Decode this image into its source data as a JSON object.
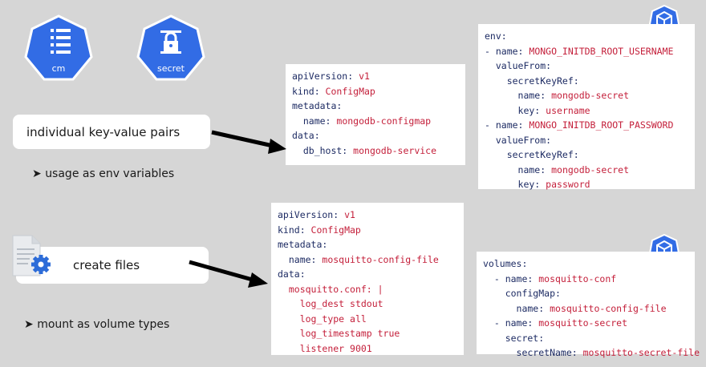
{
  "icons": {
    "cm_label": "cm",
    "secret_label": "secret",
    "accent_color": "#326ce5"
  },
  "configmap_env": {
    "lines": [
      {
        "key": "apiVersion:",
        "value": " v1"
      },
      {
        "key": "kind:",
        "value": " ConfigMap"
      },
      {
        "key": "metadata:",
        "value": ""
      },
      {
        "key": "  name:",
        "value": " mongodb-configmap"
      },
      {
        "key": "data:",
        "value": ""
      },
      {
        "key": "  db_host:",
        "value": " mongodb-service"
      }
    ]
  },
  "env_spec": {
    "lines": [
      {
        "key": "env:",
        "value": ""
      },
      {
        "key": "- name:",
        "value": " MONGO_INITDB_ROOT_USERNAME"
      },
      {
        "key": "  valueFrom:",
        "value": ""
      },
      {
        "key": "    secretKeyRef:",
        "value": ""
      },
      {
        "key": "      name:",
        "value": " mongodb-secret"
      },
      {
        "key": "      key:",
        "value": " username"
      },
      {
        "key": "- name:",
        "value": " MONGO_INITDB_ROOT_PASSWORD"
      },
      {
        "key": "  valueFrom:",
        "value": ""
      },
      {
        "key": "    secretKeyRef:",
        "value": ""
      },
      {
        "key": "      name:",
        "value": " mongodb-secret"
      },
      {
        "key": "      key:",
        "value": " password"
      }
    ]
  },
  "configmap_file": {
    "lines": [
      {
        "key": "apiVersion:",
        "value": " v1"
      },
      {
        "key": "kind:",
        "value": " ConfigMap"
      },
      {
        "key": "metadata:",
        "value": ""
      },
      {
        "key": "  name:",
        "value": " mosquitto-config-file"
      },
      {
        "key": "data:",
        "value": ""
      },
      {
        "key": "  ",
        "value": "mosquitto.conf: |"
      },
      {
        "key": "    ",
        "value": "log_dest stdout"
      },
      {
        "key": "    ",
        "value": "log_type all"
      },
      {
        "key": "    ",
        "value": "log_timestamp true"
      },
      {
        "key": "    ",
        "value": "listener 9001"
      }
    ]
  },
  "volumes_spec": {
    "lines": [
      {
        "key": "volumes:",
        "value": ""
      },
      {
        "key": "  - name:",
        "value": " mosquitto-conf"
      },
      {
        "key": "    configMap:",
        "value": ""
      },
      {
        "key": "      name:",
        "value": " mosquitto-config-file"
      },
      {
        "key": "  - name:",
        "value": " mosquitto-secret"
      },
      {
        "key": "    secret:",
        "value": ""
      },
      {
        "key": "      secretName:",
        "value": " mosquitto-secret-file"
      }
    ]
  },
  "labels": {
    "individual_pairs": "individual key-value pairs",
    "usage_env": "usage as env variables",
    "create_files": "create files",
    "mount_volume": "mount as volume types"
  }
}
